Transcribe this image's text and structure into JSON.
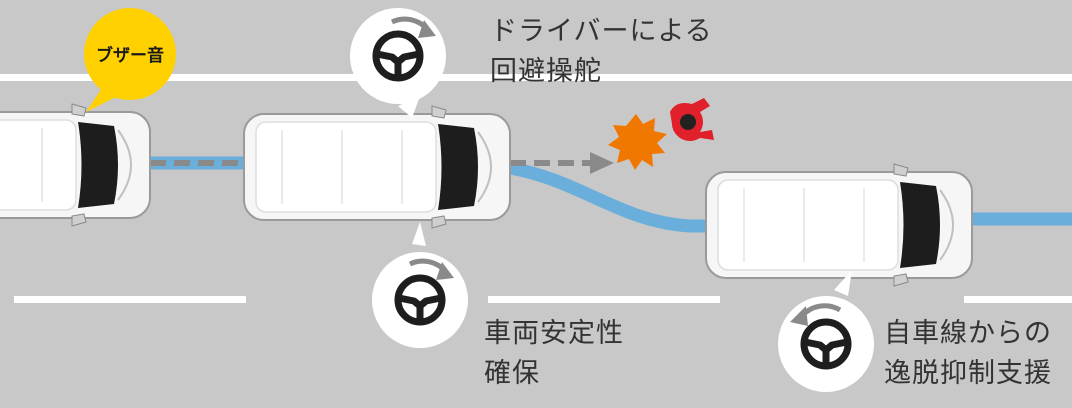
{
  "buzzer": {
    "label": "ブザー音"
  },
  "captions": {
    "avoid_line1": "ドライバーによる",
    "avoid_line2": "回避操舵",
    "stability_line1": "車両安定性",
    "stability_line2": "確保",
    "departure_line1": "自車線からの",
    "departure_line2": "逸脱抑制支援"
  },
  "colors": {
    "road": "#c8c8c8",
    "lane_marking": "#ffffff",
    "path": "#6aaedb",
    "dashed_arrow": "#8a8a8a",
    "buzzer_bubble": "#ffd100",
    "obstacle": "#f07800",
    "pedestrian": "#e0202a",
    "steering_icon": "#1e1e1e"
  },
  "icons": [
    "steering-wheel-icon",
    "pedestrian-icon",
    "collision-burst-icon",
    "vehicle-icon"
  ]
}
